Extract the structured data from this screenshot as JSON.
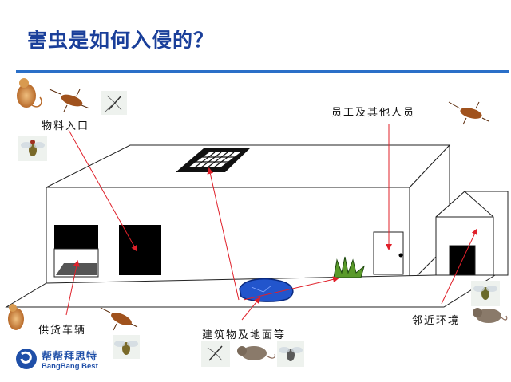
{
  "title": "害虫是如何入侵的？",
  "labels": {
    "material_entrance": "物料入口",
    "staff": "员工及其他人员",
    "supply_vehicle": "供货车辆",
    "building_ground": "建筑物及地面等",
    "neighborhood": "邻近环境"
  },
  "logo": {
    "cn": "帮帮拜思特",
    "en": "BangBang Best"
  },
  "colors": {
    "title": "#1a3f9a",
    "rule": "#2a6fc8",
    "arrow": "#e0202a",
    "water": "#2255cc"
  }
}
